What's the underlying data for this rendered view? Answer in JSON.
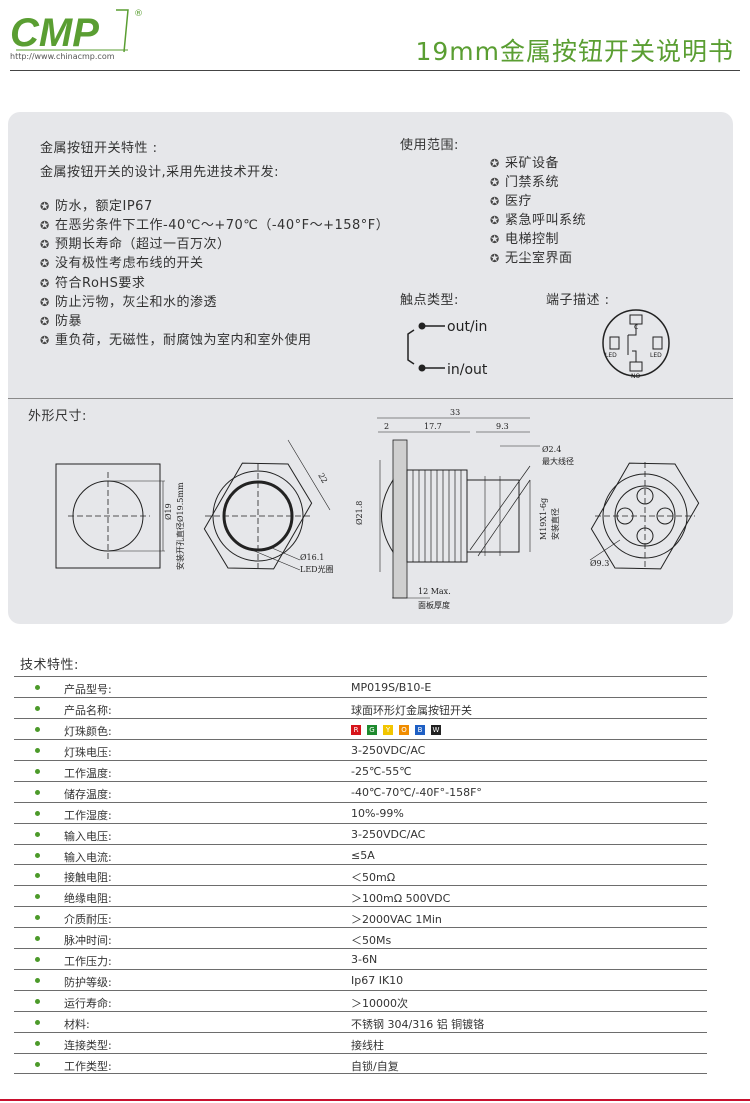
{
  "header": {
    "logo_text": "CMP",
    "logo_registered": "®",
    "logo_url": "http://www.chinacmp.com",
    "title": "19mm金属按钮开关说明书"
  },
  "colors": {
    "brand_green": "#5a9e32",
    "accent_red": "#c8102e",
    "panel_bg": "#e6e7ea"
  },
  "features": {
    "heading": "金属按钮开关特性 :",
    "intro": "金属按钮开关的设计,采用先进技术开发:",
    "bullet_icon": "gear-icon",
    "items": [
      "防水，额定IP67",
      "在恶劣条件下工作-40℃～+70℃（-40°F～+158°F）",
      "预期长寿命（超过一百万次）",
      "没有极性考虑布线的开关",
      "符合RoHS要求",
      "防止污物，灰尘和水的渗透",
      "防暴",
      "重负荷，无磁性，耐腐蚀为室内和室外使用"
    ]
  },
  "applications": {
    "heading": "使用范围:",
    "items": [
      "采矿设备",
      "门禁系统",
      "医疗",
      "紧急呼叫系统",
      "电梯控制",
      "无尘室界面"
    ]
  },
  "contact": {
    "heading": "触点类型:",
    "out_label": "out/in",
    "in_label": "in/out"
  },
  "terminal": {
    "heading": "端子描述 :",
    "c_label": "C",
    "led_left": "LED",
    "led_right": "LED",
    "no_label": "NO"
  },
  "dimensions": {
    "heading": "外形尺寸:",
    "dia_19": "Ø19",
    "panel_hole": "安装开孔直径Ø19.5mm",
    "dim_22": "22",
    "dia_16": "Ø16.1",
    "led_ring": "LED光圈",
    "dim_33": "33",
    "dim_2": "2",
    "dim_17": "17.7",
    "dim_9": "9.3",
    "dim_2_4": "Ø2.4",
    "max_wire": "最大线径",
    "dia_21": "Ø21.8",
    "thread": "M19X1-6g",
    "thread_note": "安装直径",
    "panel_max": "12 Max.",
    "panel_thickness": "面板厚度",
    "dia_9": "Ø9.3"
  },
  "specs": {
    "heading": "技术特性:",
    "led_colors": [
      {
        "letter": "R",
        "color": "#d7141a"
      },
      {
        "letter": "G",
        "color": "#1e8a2e"
      },
      {
        "letter": "Y",
        "color": "#f2c500"
      },
      {
        "letter": "O",
        "color": "#f08c00"
      },
      {
        "letter": "B",
        "color": "#1e5fc4"
      },
      {
        "letter": "W",
        "color": "#222222"
      }
    ],
    "rows": [
      {
        "label": "产品型号:",
        "value": "MP019S/B10-E"
      },
      {
        "label": "产品名称:",
        "value": "球面环形灯金属按钮开关"
      },
      {
        "label": "灯珠颜色:",
        "value": ""
      },
      {
        "label": "灯珠电压:",
        "value": "3-250VDC/AC"
      },
      {
        "label": "工作温度:",
        "value": "-25℃-55℃"
      },
      {
        "label": "储存温度:",
        "value": "-40℃-70℃/-40F°-158F°"
      },
      {
        "label": "工作湿度:",
        "value": "10%-99%"
      },
      {
        "label": "输入电压:",
        "value": "3-250VDC/AC"
      },
      {
        "label": "输入电流:",
        "value": "≤5A"
      },
      {
        "label": "接触电阻:",
        "value": "＜50mΩ"
      },
      {
        "label": "绝缘电阻:",
        "value": "＞100mΩ  500VDC"
      },
      {
        "label": "介质耐压:",
        "value": "＞2000VAC  1Min"
      },
      {
        "label": "脉冲时间:",
        "value": "＜50Ms"
      },
      {
        "label": "工作压力:",
        "value": "3-6N"
      },
      {
        "label": "防护等级:",
        "value": "Ip67 IK10"
      },
      {
        "label": "运行寿命:",
        "value": "＞10000次"
      },
      {
        "label": "材料:",
        "value": "不锈钢 304/316  铝  铜镀铬"
      },
      {
        "label": "连接类型:",
        "value": "接线柱"
      },
      {
        "label": "工作类型:",
        "value": "自锁/自复"
      }
    ]
  }
}
